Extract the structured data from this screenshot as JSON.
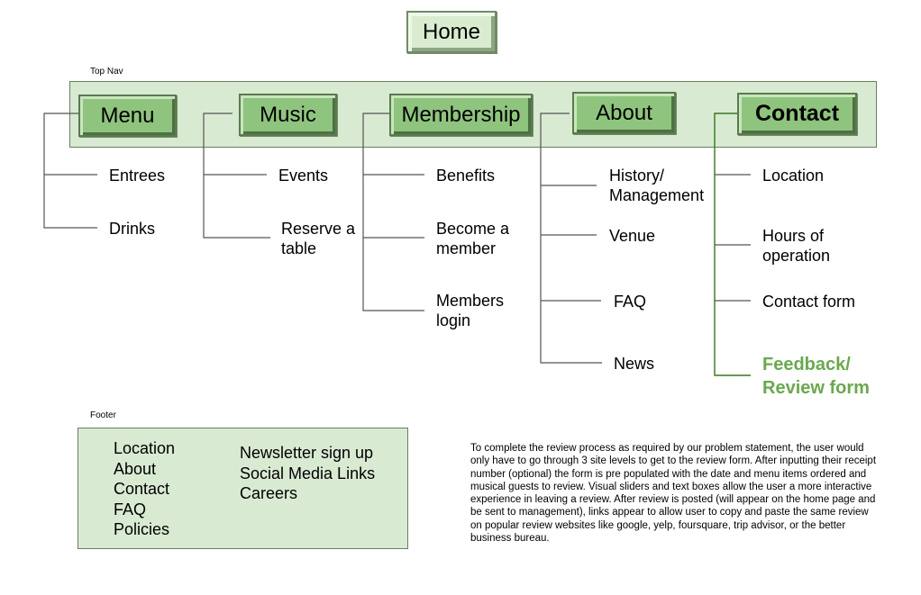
{
  "home": {
    "label": "Home"
  },
  "top_nav": {
    "caption": "Top Nav",
    "sections": [
      {
        "label": "Menu",
        "items": [
          "Entrees",
          "Drinks"
        ]
      },
      {
        "label": "Music",
        "items": [
          "Events",
          "Reserve a\ntable"
        ]
      },
      {
        "label": "Membership",
        "items": [
          "Benefits",
          "Become a\nmember",
          "Members\nlogin"
        ]
      },
      {
        "label": "About",
        "items": [
          "History/\nManagement",
          "Venue",
          "FAQ",
          "News"
        ]
      },
      {
        "label": "Contact",
        "items": [
          "Location",
          "Hours of\noperation",
          "Contact form",
          "Feedback/\nReview form"
        ]
      }
    ]
  },
  "footer": {
    "caption": "Footer",
    "col1": [
      "Location",
      "About",
      "Contact",
      "FAQ",
      "Policies"
    ],
    "col2": [
      "Newsletter sign up",
      "Social Media Links",
      "Careers"
    ]
  },
  "description": "To complete the review process as required by our problem statement, the user would only have to go through 3 site levels to get to the review form. After inputting their receipt number (optional) the form is pre populated with the date and menu items ordered and musical guests to review. Visual sliders and text boxes allow the user a more interactive experience in leaving a review. After review is posted (will appear on the home page and be sent to management), links appear to allow user to copy and paste the same review on popular review websites like google, yelp, foursquare, trip advisor, or the better business bureau.",
  "colors": {
    "panel": "#d9ead3",
    "button": "#8fc47e",
    "highlight": "#6aa84f",
    "line": "#555555"
  }
}
